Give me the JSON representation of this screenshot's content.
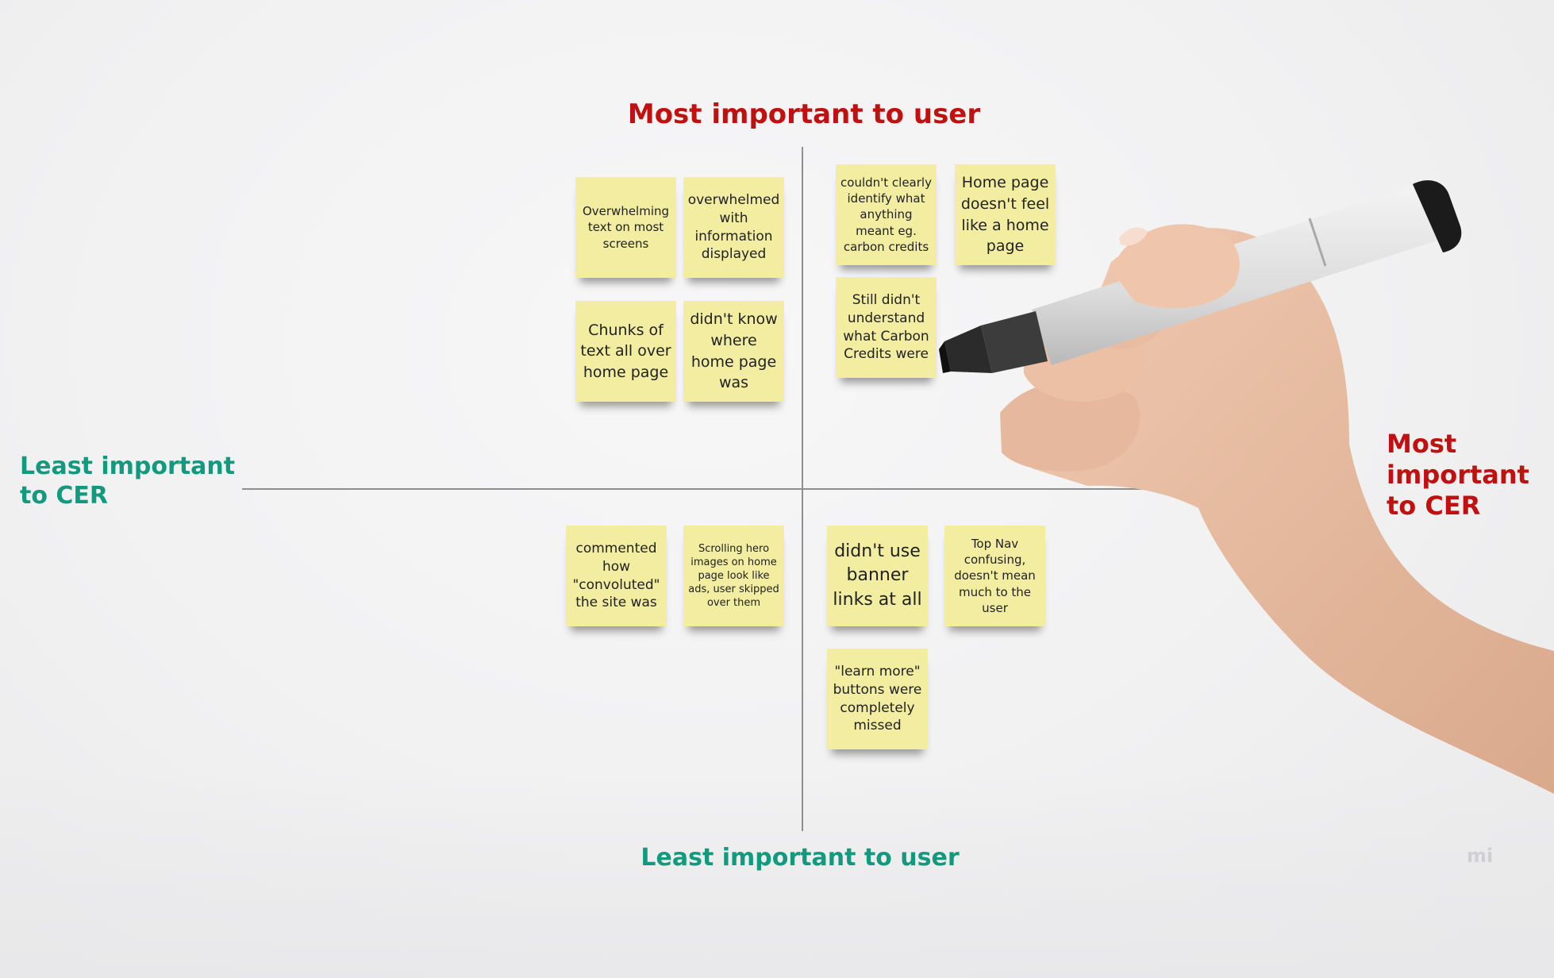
{
  "colors": {
    "accent_red": "#c0100f",
    "accent_green": "#139a7e",
    "sticky_note": "#f2eda1"
  },
  "axes": {
    "top_label": "Most important to user",
    "bottom_label": "Least important to user",
    "left_label_line1": "Least important",
    "left_label_line2": "to CER",
    "right_label_line1": "Most",
    "right_label_line2": "important",
    "right_label_line3": "to CER"
  },
  "quadrants": {
    "top_left": [
      {
        "text": "Overwhelming text on most screens"
      },
      {
        "text": "overwhelmed with information displayed"
      },
      {
        "text": "Chunks of text all over home page"
      },
      {
        "text": "didn't know where home page was"
      }
    ],
    "top_right": [
      {
        "text": "couldn't clearly identify what anything meant eg. carbon credits"
      },
      {
        "text": "Home page doesn't feel like a home page"
      },
      {
        "text": "Still didn't understand what Carbon Credits were"
      }
    ],
    "bottom_left": [
      {
        "text": "commented how \"convoluted\" the site was"
      },
      {
        "text": "Scrolling hero images on home page look like ads, user skipped over them"
      }
    ],
    "bottom_right": [
      {
        "text": "didn't use banner links at all"
      },
      {
        "text": "Top Nav confusing, doesn't mean much to the user"
      },
      {
        "text": "\"learn more\" buttons were completely missed"
      }
    ]
  },
  "watermark": "mi"
}
